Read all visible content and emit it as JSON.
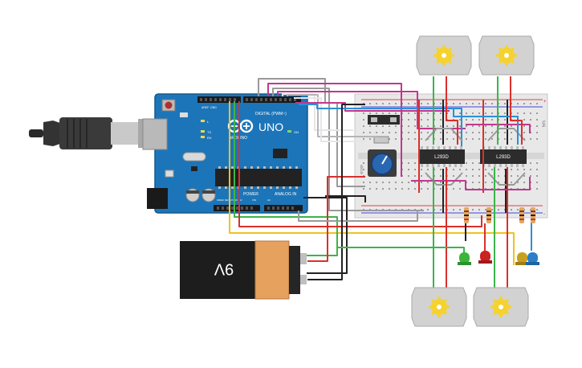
{
  "arduino": {
    "model": "UNO",
    "brand": "ARDUINO",
    "digital_label": "DIGITAL (PWM~)",
    "power_label": "POWER",
    "analog_label": "ANALOG IN",
    "tx_label": "TX",
    "rx_label": "RX",
    "l_label": "L",
    "on_label": "ON",
    "aref_label": "AREF",
    "gnd_label": "GND",
    "ioref_label": "IOREF",
    "reset_label": "RESET",
    "v33_label": "3.3V",
    "v5_label": "5V",
    "vin_label": "VIN",
    "a0_label": "A0"
  },
  "battery": {
    "label": "9V"
  },
  "drivers": [
    {
      "label": "L293D"
    },
    {
      "label": "L293D"
    }
  ],
  "breadboard": {
    "row_letters_bottom": "abcde",
    "row_letters_top": "fghij",
    "plus": "+",
    "minus": "-"
  },
  "colors": {
    "wire_red": "#d9302c",
    "wire_green": "#3bb54a",
    "wire_black": "#222222",
    "wire_gray": "#9a9a9a",
    "wire_magenta": "#c2378f",
    "wire_yellow": "#f2c21b",
    "wire_blue": "#2d8fd6",
    "wire_white": "#e6e6e6",
    "arduino_blue": "#1c75b8",
    "led_green": "#3cb43c",
    "led_red": "#cc2222",
    "led_yellow": "#c8a020",
    "led_blue": "#2a7fc8"
  },
  "icons": [
    "usb-cable-icon",
    "dc-motor-icon",
    "potentiometer-icon",
    "led-icon",
    "resistor-icon"
  ]
}
